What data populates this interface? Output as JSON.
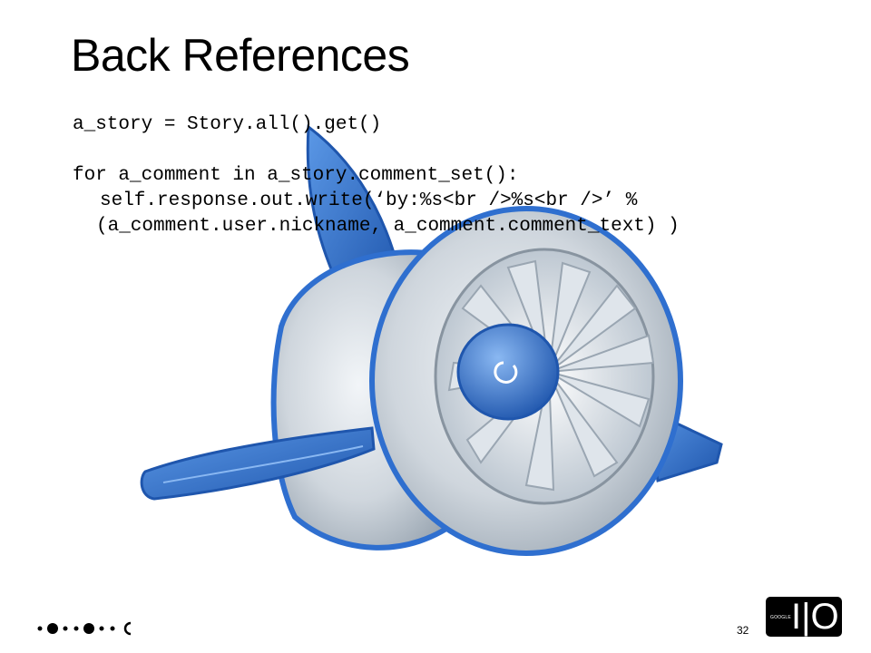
{
  "slide": {
    "title": "Back References",
    "code": {
      "line1": "a_story = Story.all().get()",
      "line2": "for a_comment in a_story.comment_set():",
      "line3": "self.response.out.write(‘by:%s<br />%s<br />’ %",
      "line4": "(a_comment.user.nickname, a_comment.comment_text) )"
    },
    "page_number": "32"
  },
  "footer": {
    "badge_brand": "GOOGLE",
    "badge_letters": "I|O",
    "dots_icon": "progress-dots-icon"
  },
  "logo": {
    "icon": "app-engine-logo-icon",
    "colors": {
      "blue": "#2f6fcf",
      "blue_dark": "#1f56ad",
      "blue_light": "#5b98e6",
      "grey": "#cfd6dd",
      "grey_dark": "#9aa6b2"
    }
  }
}
